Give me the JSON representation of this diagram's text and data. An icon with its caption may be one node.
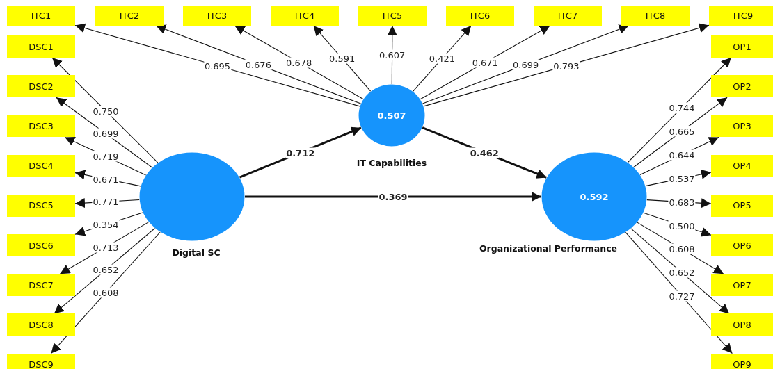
{
  "diagram": {
    "nodes": [
      {
        "text": [
          "ITC1"
        ]
      },
      {
        "text": [
          "ITC2"
        ]
      },
      {
        "text": [
          "ITC3"
        ]
      },
      {
        "text": [
          "ITC4"
        ]
      },
      {
        "text": [
          "ITC5"
        ]
      },
      {
        "text": [
          "ITC6"
        ]
      },
      {
        "text": [
          "ITC7"
        ]
      },
      {
        "text": [
          "ITC8"
        ]
      },
      {
        "text": [
          "ITC9"
        ]
      },
      {
        "text": [
          "DSC1"
        ]
      },
      {
        "text": [
          "DSC2"
        ]
      },
      {
        "text": [
          "DSC3"
        ]
      },
      {
        "text": [
          "DSC4"
        ]
      },
      {
        "text": [
          "DSC5"
        ]
      },
      {
        "text": [
          "DSC6"
        ]
      },
      {
        "text": [
          "DSC7"
        ]
      },
      {
        "text": [
          "DSC8"
        ]
      },
      {
        "text": [
          "DSC9"
        ]
      },
      {
        "text": [
          "OP1"
        ]
      },
      {
        "text": [
          "OP2"
        ]
      },
      {
        "text": [
          "OP3"
        ]
      },
      {
        "text": [
          "OP4"
        ]
      },
      {
        "text": [
          "OP5"
        ]
      },
      {
        "text": [
          "OP6"
        ]
      },
      {
        "text": [
          "OP7"
        ]
      },
      {
        "text": [
          "OP8"
        ]
      },
      {
        "text": [
          "OP9"
        ]
      },
      {
        "text": [
          "Digital SC"
        ]
      },
      {
        "text": [
          "0.507",
          "IT Capabilities"
        ]
      },
      {
        "text": [
          "0.592",
          "Organizational Performance"
        ]
      }
    ],
    "edges": [
      {
        "from": 28,
        "to": 0,
        "arrow": "to",
        "label": "0.695"
      },
      {
        "from": 28,
        "to": 1,
        "arrow": "to",
        "label": "0.676"
      },
      {
        "from": 28,
        "to": 2,
        "arrow": "to",
        "label": "0.678"
      },
      {
        "from": 28,
        "to": 3,
        "arrow": "to",
        "label": "0.591"
      },
      {
        "from": 28,
        "to": 4,
        "arrow": "to",
        "label": "0.607"
      },
      {
        "from": 28,
        "to": 5,
        "arrow": "to",
        "label": "0.421"
      },
      {
        "from": 28,
        "to": 6,
        "arrow": "to",
        "label": "0.671"
      },
      {
        "from": 28,
        "to": 7,
        "arrow": "to",
        "label": "0.699"
      },
      {
        "from": 28,
        "to": 8,
        "arrow": "to",
        "label": "0.793"
      },
      {
        "from": 27,
        "to": 9,
        "arrow": "to",
        "label": "0.750"
      },
      {
        "from": 27,
        "to": 10,
        "arrow": "to",
        "label": "0.699"
      },
      {
        "from": 27,
        "to": 11,
        "arrow": "to",
        "label": "0.719"
      },
      {
        "from": 27,
        "to": 12,
        "arrow": "to",
        "label": "0.671"
      },
      {
        "from": 27,
        "to": 13,
        "arrow": "to",
        "label": "0.771"
      },
      {
        "from": 27,
        "to": 14,
        "arrow": "to",
        "label": "0.354"
      },
      {
        "from": 27,
        "to": 15,
        "arrow": "to",
        "label": "0.713"
      },
      {
        "from": 27,
        "to": 16,
        "arrow": "to",
        "label": "0.652"
      },
      {
        "from": 27,
        "to": 17,
        "arrow": "to",
        "label": "0.608"
      },
      {
        "from": 29,
        "to": 18,
        "arrow": "to",
        "label": "0.744"
      },
      {
        "from": 29,
        "to": 19,
        "arrow": "to",
        "label": "0.665"
      },
      {
        "from": 29,
        "to": 20,
        "arrow": "to",
        "label": "0.644"
      },
      {
        "from": 29,
        "to": 21,
        "arrow": "to",
        "label": "0.537"
      },
      {
        "from": 29,
        "to": 22,
        "arrow": "to",
        "label": "0.683"
      },
      {
        "from": 29,
        "to": 23,
        "arrow": "to",
        "label": "0.500"
      },
      {
        "from": 29,
        "to": 24,
        "arrow": "to",
        "label": "0.608"
      },
      {
        "from": 29,
        "to": 25,
        "arrow": "to",
        "label": "0.652"
      },
      {
        "from": 29,
        "to": 26,
        "arrow": "to",
        "label": "0.727"
      },
      {
        "from": 27,
        "to": 28,
        "arrow": "to",
        "label": "0.712",
        "style": "thick"
      },
      {
        "from": 28,
        "to": 29,
        "arrow": "to",
        "label": "0.462",
        "style": "thick"
      },
      {
        "from": 27,
        "to": 29,
        "arrow": "to",
        "label": "0.369",
        "style": "thick"
      }
    ]
  }
}
